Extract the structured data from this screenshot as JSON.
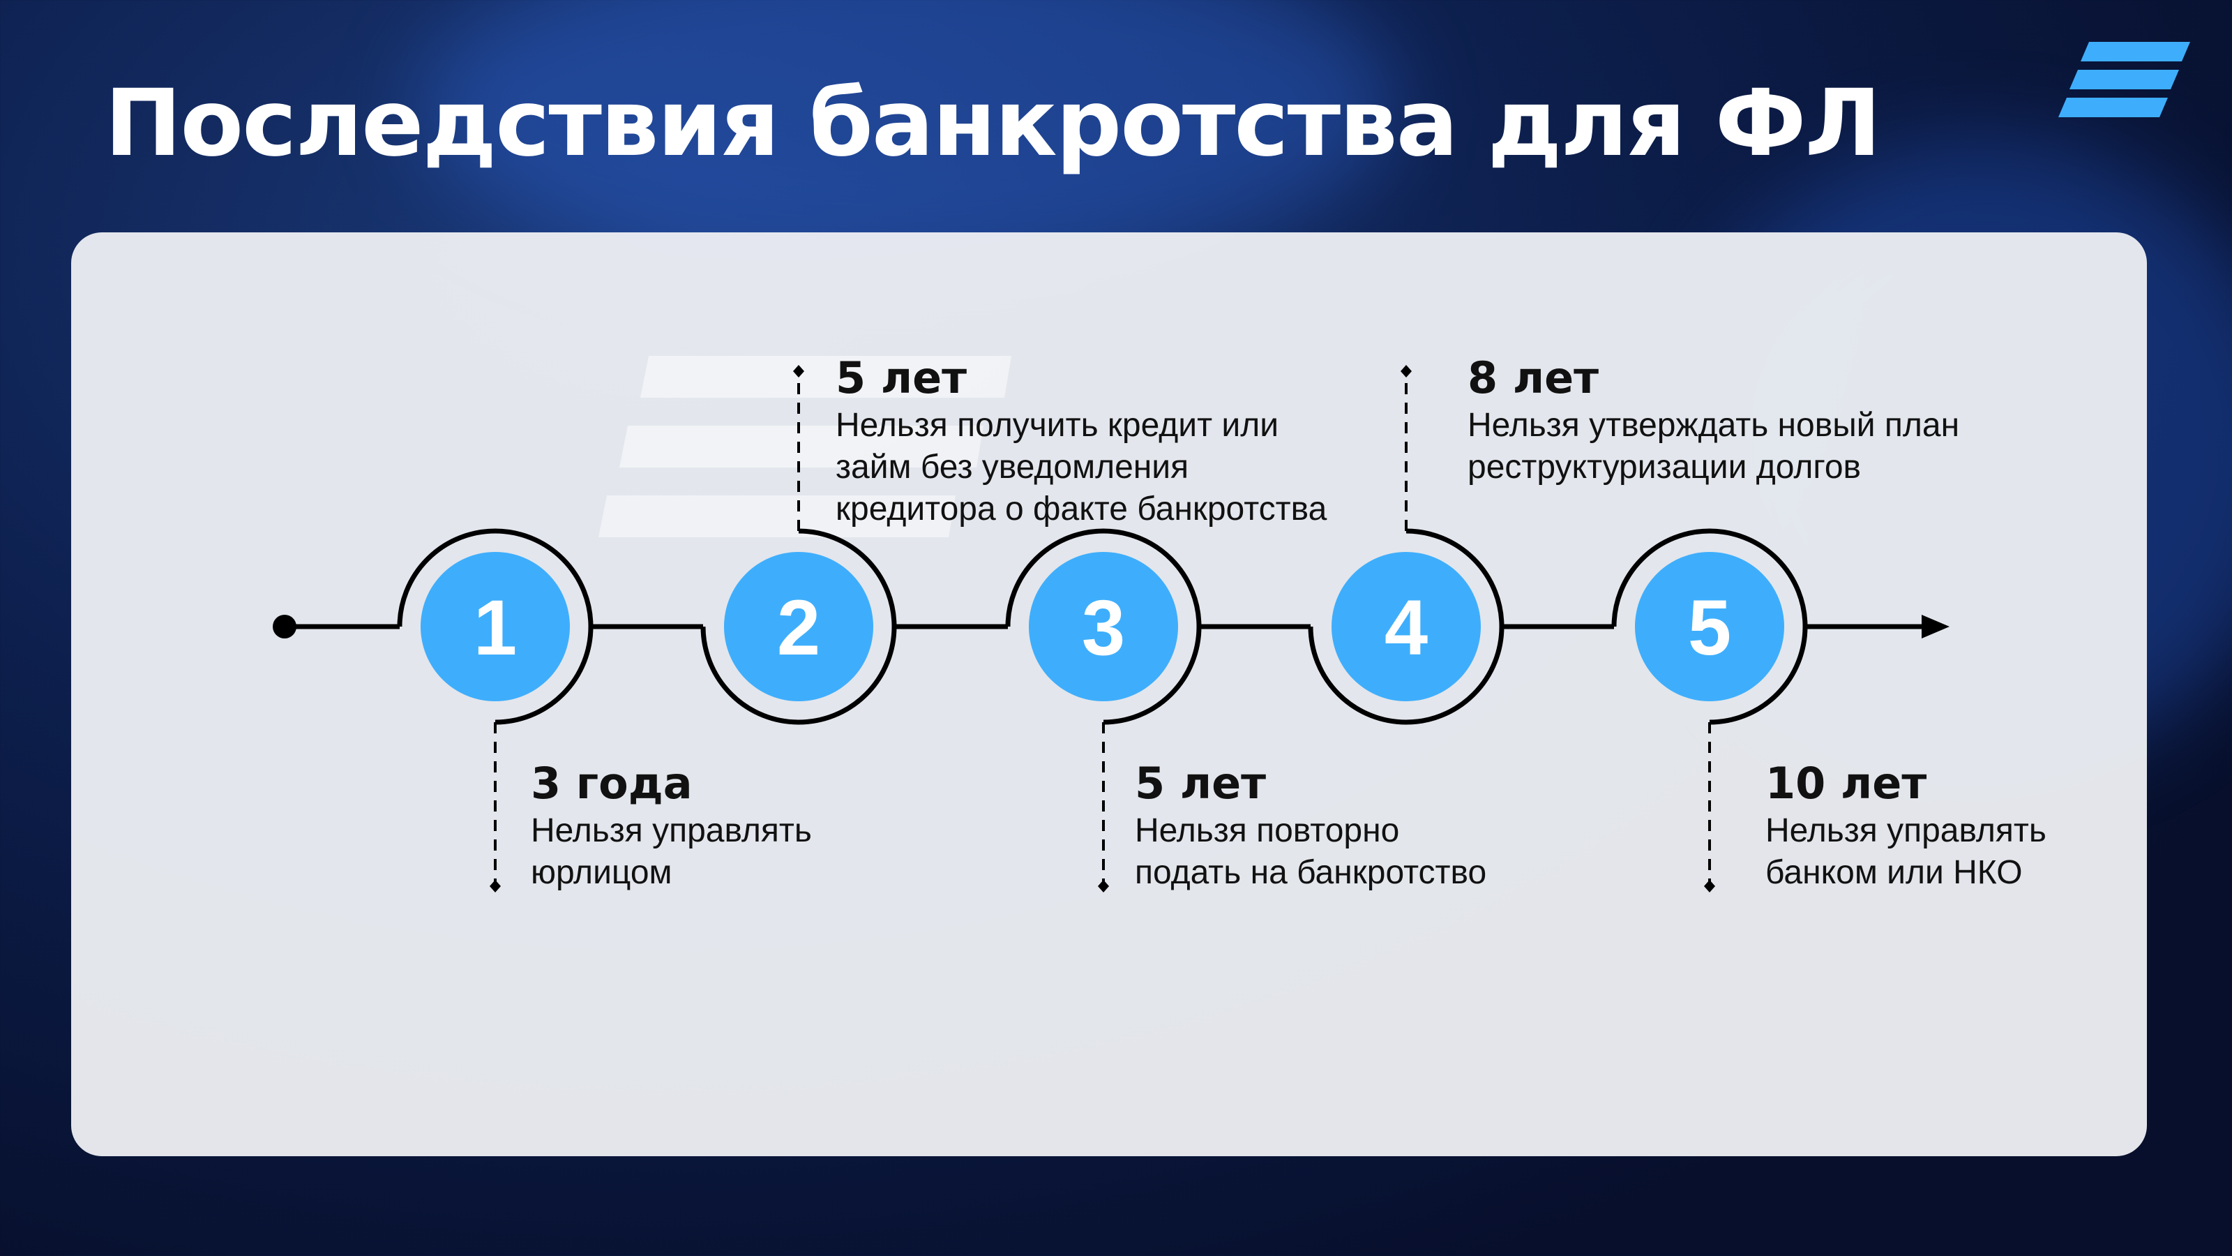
{
  "title": "Последствия банкротства для ФЛ",
  "colors": {
    "accent": "#3eaefc",
    "line": "#000000",
    "card": "#eceef2"
  },
  "steps": [
    {
      "number": "1",
      "period": "3 года",
      "lines": [
        "Нельзя управлять",
        "юрлицом"
      ]
    },
    {
      "number": "2",
      "period": "5 лет",
      "lines": [
        "Нельзя получить кредит или",
        "займ без уведомления",
        "кредитора о факте банкротства"
      ]
    },
    {
      "number": "3",
      "period": "5 лет",
      "lines": [
        "Нельзя повторно",
        "подать на банкротство"
      ]
    },
    {
      "number": "4",
      "period": "8 лет",
      "lines": [
        "Нельзя утверждать новый план",
        "реструктуризации долгов"
      ]
    },
    {
      "number": "5",
      "period": "10 лет",
      "lines": [
        "Нельзя управлять",
        "банком или НКО"
      ]
    }
  ]
}
